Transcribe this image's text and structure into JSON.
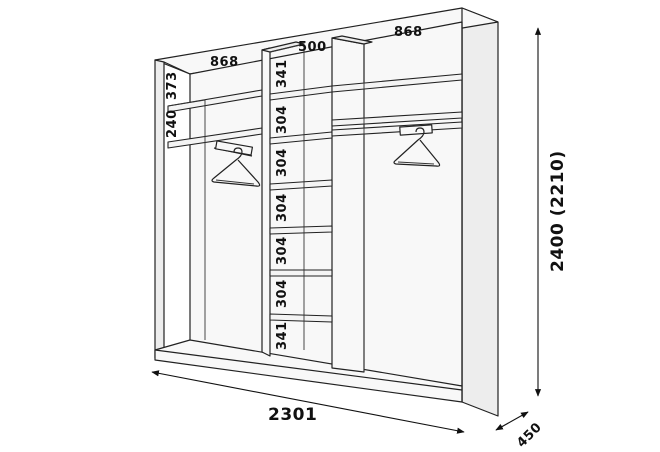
{
  "dimensions": {
    "top_left": "868",
    "top_middle": "500",
    "top_right": "868",
    "left_upper": "373",
    "left_lower": "240",
    "column_sections": [
      "341",
      "304",
      "304",
      "304",
      "304",
      "304",
      "341"
    ],
    "height": "2400 (2210)",
    "width": "2301",
    "depth": "450"
  }
}
